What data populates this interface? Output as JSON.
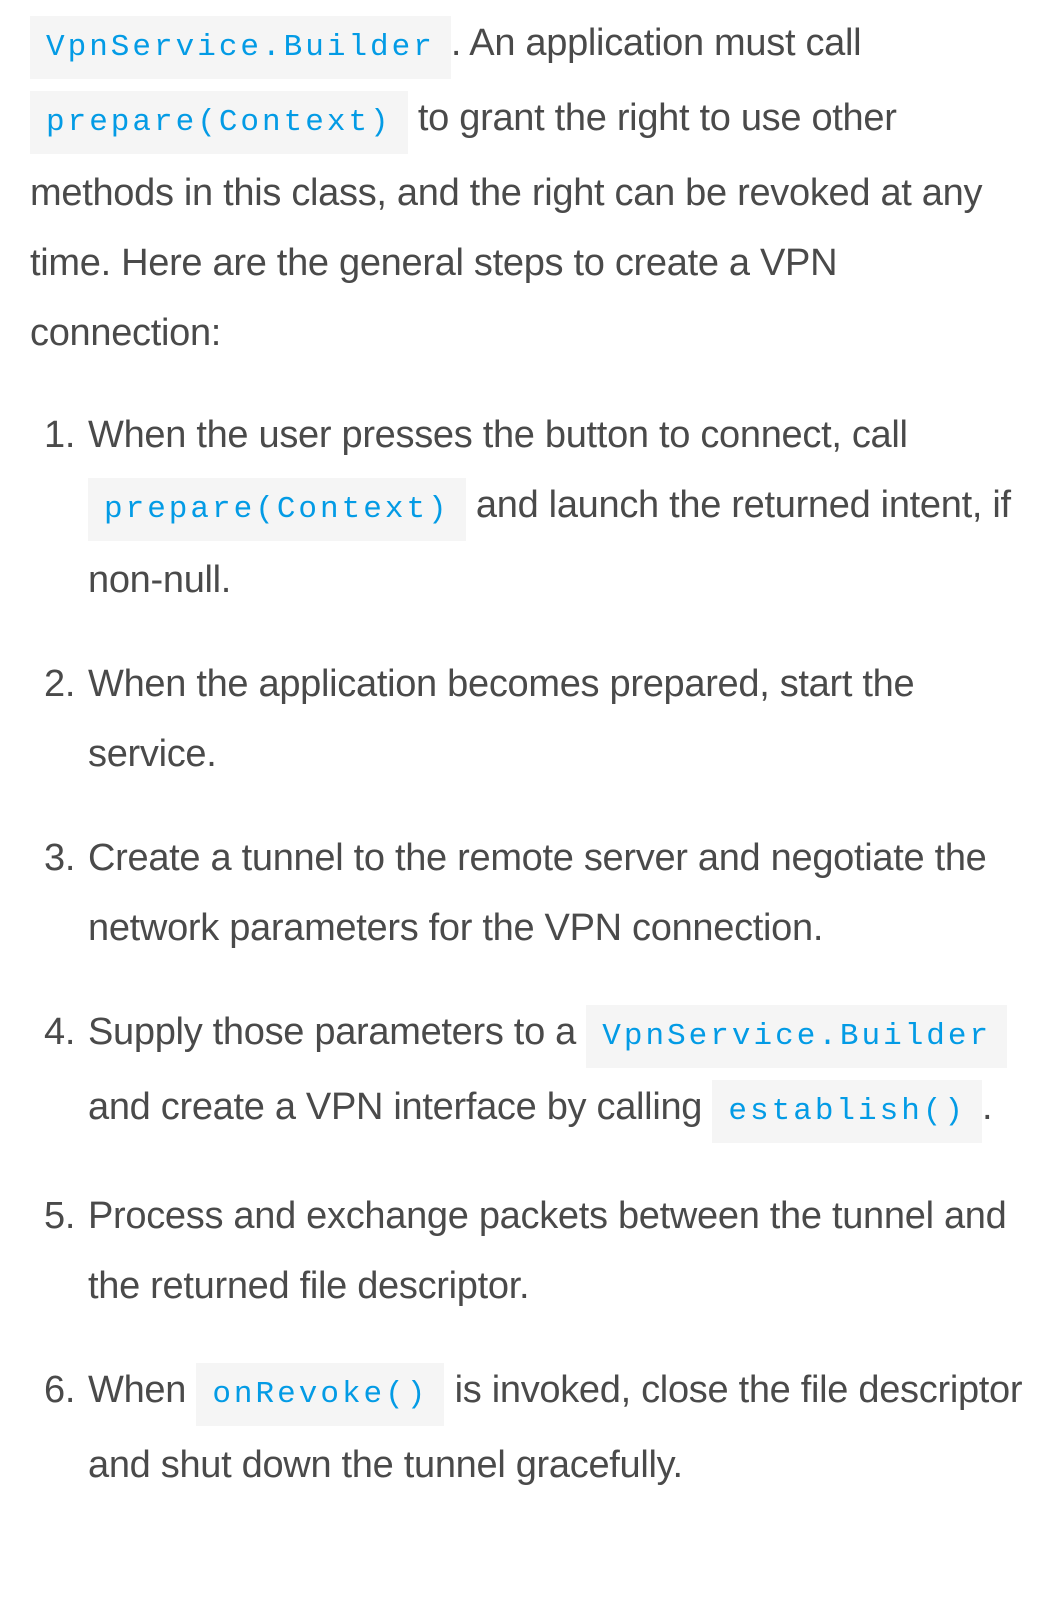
{
  "intro": {
    "code_builder": "VpnService.Builder",
    "text_1": ". An application must call ",
    "code_prepare": "prepare(Context)",
    "text_2": " to grant the right to use other methods in this class, and the right can be revoked at any time. Here are the general steps to create a VPN connection:"
  },
  "steps": [
    {
      "number": "1.",
      "text_a": "When the user presses the button to connect, call ",
      "code_a": "prepare(Context)",
      "text_b": " and launch the returned intent, if non-null."
    },
    {
      "number": "2.",
      "text_a": "When the application becomes prepared, start the service."
    },
    {
      "number": "3.",
      "text_a": "Create a tunnel to the remote server and negotiate the network parameters for the VPN connection."
    },
    {
      "number": "4.",
      "text_a": "Supply those parameters to a ",
      "code_a": "VpnService.Builder",
      "text_b": " and create a VPN interface by calling ",
      "code_b": "establish()",
      "text_c": "."
    },
    {
      "number": "5.",
      "text_a": "Process and exchange packets between the tunnel and the returned file descriptor."
    },
    {
      "number": "6.",
      "text_a": "When ",
      "code_a": "onRevoke()",
      "text_b": " is invoked, close the file descriptor and shut down the tunnel gracefully."
    }
  ],
  "colors": {
    "text": "#4a4a4a",
    "code_text": "#039be5",
    "code_bg": "#f5f5f5",
    "background": "#ffffff"
  }
}
